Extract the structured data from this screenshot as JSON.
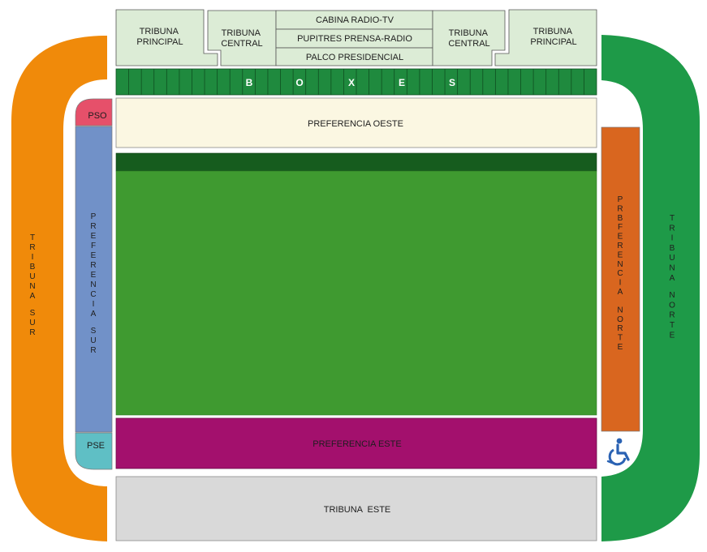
{
  "sections": {
    "tribuna_principal_left": [
      "TRIBUNA",
      "PRINCIPAL"
    ],
    "tribuna_central_left": [
      "TRIBUNA",
      "CENTRAL"
    ],
    "cabina_radio_tv": "CABINA RADIO-TV",
    "pupitres_prensa_radio": "PUPITRES PRENSA-RADIO",
    "palco_presidencial": "PALCO PRESIDENCIAL",
    "tribuna_central_right": [
      "TRIBUNA",
      "CENTRAL"
    ],
    "tribuna_principal_right": [
      "TRIBUNA",
      "PRINCIPAL"
    ],
    "boxes_letters": [
      "B",
      "O",
      "X",
      "E",
      "S"
    ],
    "pso": "PSO",
    "pse": "PSE",
    "preferencia_oeste": "PREFERENCIA OESTE",
    "preferencia_este": "PREFERENCIA ESTE",
    "tribuna_este": "TRIBUNA  ESTE",
    "tribuna_sur": "TRIBUNA SUR",
    "preferencia_sur": "PREFERENCIA SUR",
    "preferencia_norte": "PRBFERENCIA NORTE",
    "tribuna_norte": "TRIBUNA NORTE"
  },
  "icons": {
    "accessibility": "wheelchair-icon"
  },
  "colors": {
    "tribuna_sur": "#f08a0a",
    "tribuna_norte": "#1e9a48",
    "preferencia_sur": "#7191c8",
    "preferencia_norte": "#d9661f",
    "pso": "#e6506a",
    "pse": "#5fbfc5",
    "preferencia_oeste": "#fbf7e2",
    "preferencia_este": "#a3106d",
    "tribuna_este": "#d9d9d9",
    "field": "#3f9a30",
    "field_strip": "#165c1e",
    "boxes": "#1f8a3e",
    "upper_stands": "#dcecd6",
    "wheelchair": "#2a62b3"
  }
}
